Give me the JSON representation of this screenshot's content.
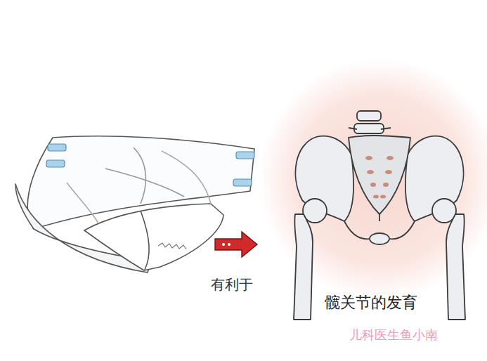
{
  "diagram": {
    "labels": [
      "有利于",
      "髋关节的发育",
      "儿科医生鱼小南"
    ]
  }
}
